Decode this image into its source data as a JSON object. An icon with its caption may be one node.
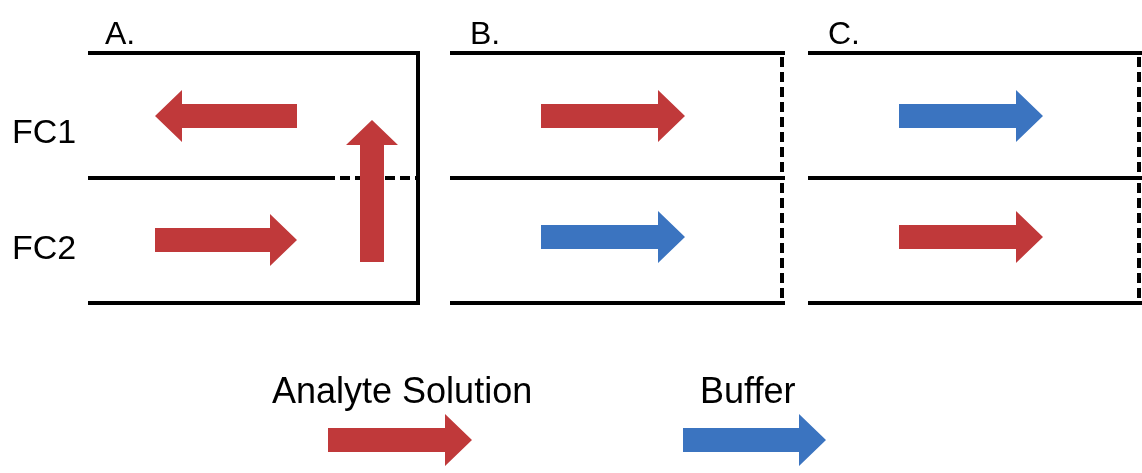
{
  "diagram": {
    "labels": [
      "A.",
      "B.",
      "C.",
      "FC1",
      "FC2"
    ],
    "legend": [
      {
        "text": "Analyte Solution"
      },
      {
        "text": "Buffer"
      }
    ]
  }
}
